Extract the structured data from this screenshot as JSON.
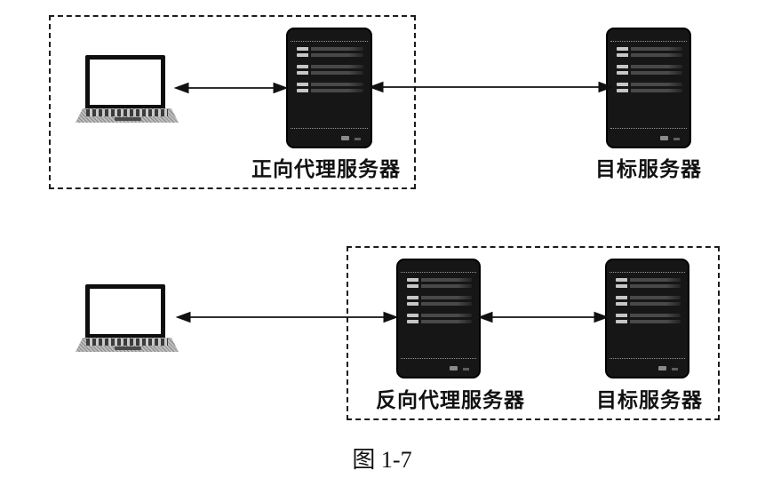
{
  "figure": {
    "caption": "图 1-7"
  },
  "forward_proxy_diagram": {
    "proxy_server_label": "正向代理服务器",
    "target_server_label": "目标服务器"
  },
  "reverse_proxy_diagram": {
    "proxy_server_label": "反向代理服务器",
    "target_server_label": "目标服务器"
  },
  "icons": {
    "laptop": "client computer pictogram",
    "server": "dark tower server pictogram",
    "arrow": "double-headed horizontal arrow"
  },
  "colors": {
    "background": "#ffffff",
    "ink": "#111111",
    "server_body": "#161616",
    "dashed_border": "#1c1c1c"
  }
}
